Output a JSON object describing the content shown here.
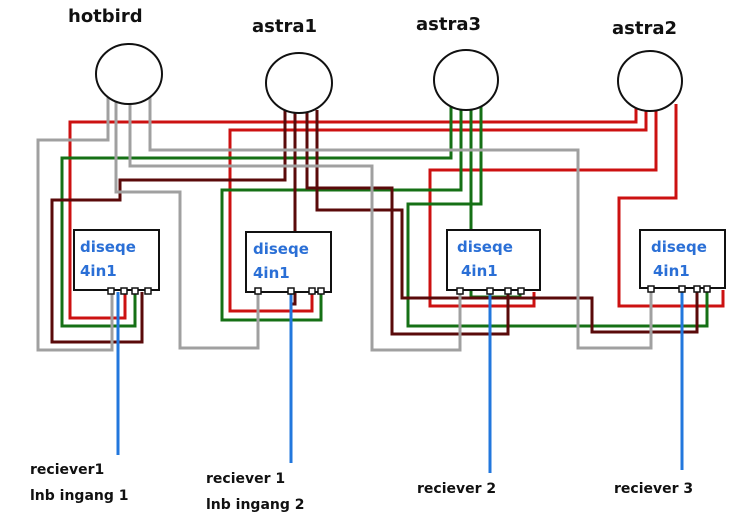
{
  "dishes": [
    {
      "label": "hotbird"
    },
    {
      "label": "astra1"
    },
    {
      "label": "astra3"
    },
    {
      "label": "astra2"
    }
  ],
  "switches": [
    {
      "line1": "diseqe",
      "line2": "4in1"
    },
    {
      "line1": "diseqe",
      "line2": "4in1"
    },
    {
      "line1": "diseqe",
      "line2": "4in1"
    },
    {
      "line1": "diseqe",
      "line2": "4in1"
    }
  ],
  "receivers": [
    {
      "line1": "reciever1",
      "line2": "lnb ingang 1"
    },
    {
      "line1": "reciever 1",
      "line2": "lnb ingang 2"
    },
    {
      "line1": "reciever 2",
      "line2": ""
    },
    {
      "line1": "reciever 3",
      "line2": ""
    }
  ],
  "colors": {
    "hotbird_wire": "#a0a0a0",
    "astra1_wire": "#5a0a0a",
    "astra3_wire": "#157015",
    "astra2_wire": "#cc1111",
    "receiver_cable": "#2277dd",
    "switch_text": "#2a6fd6"
  }
}
